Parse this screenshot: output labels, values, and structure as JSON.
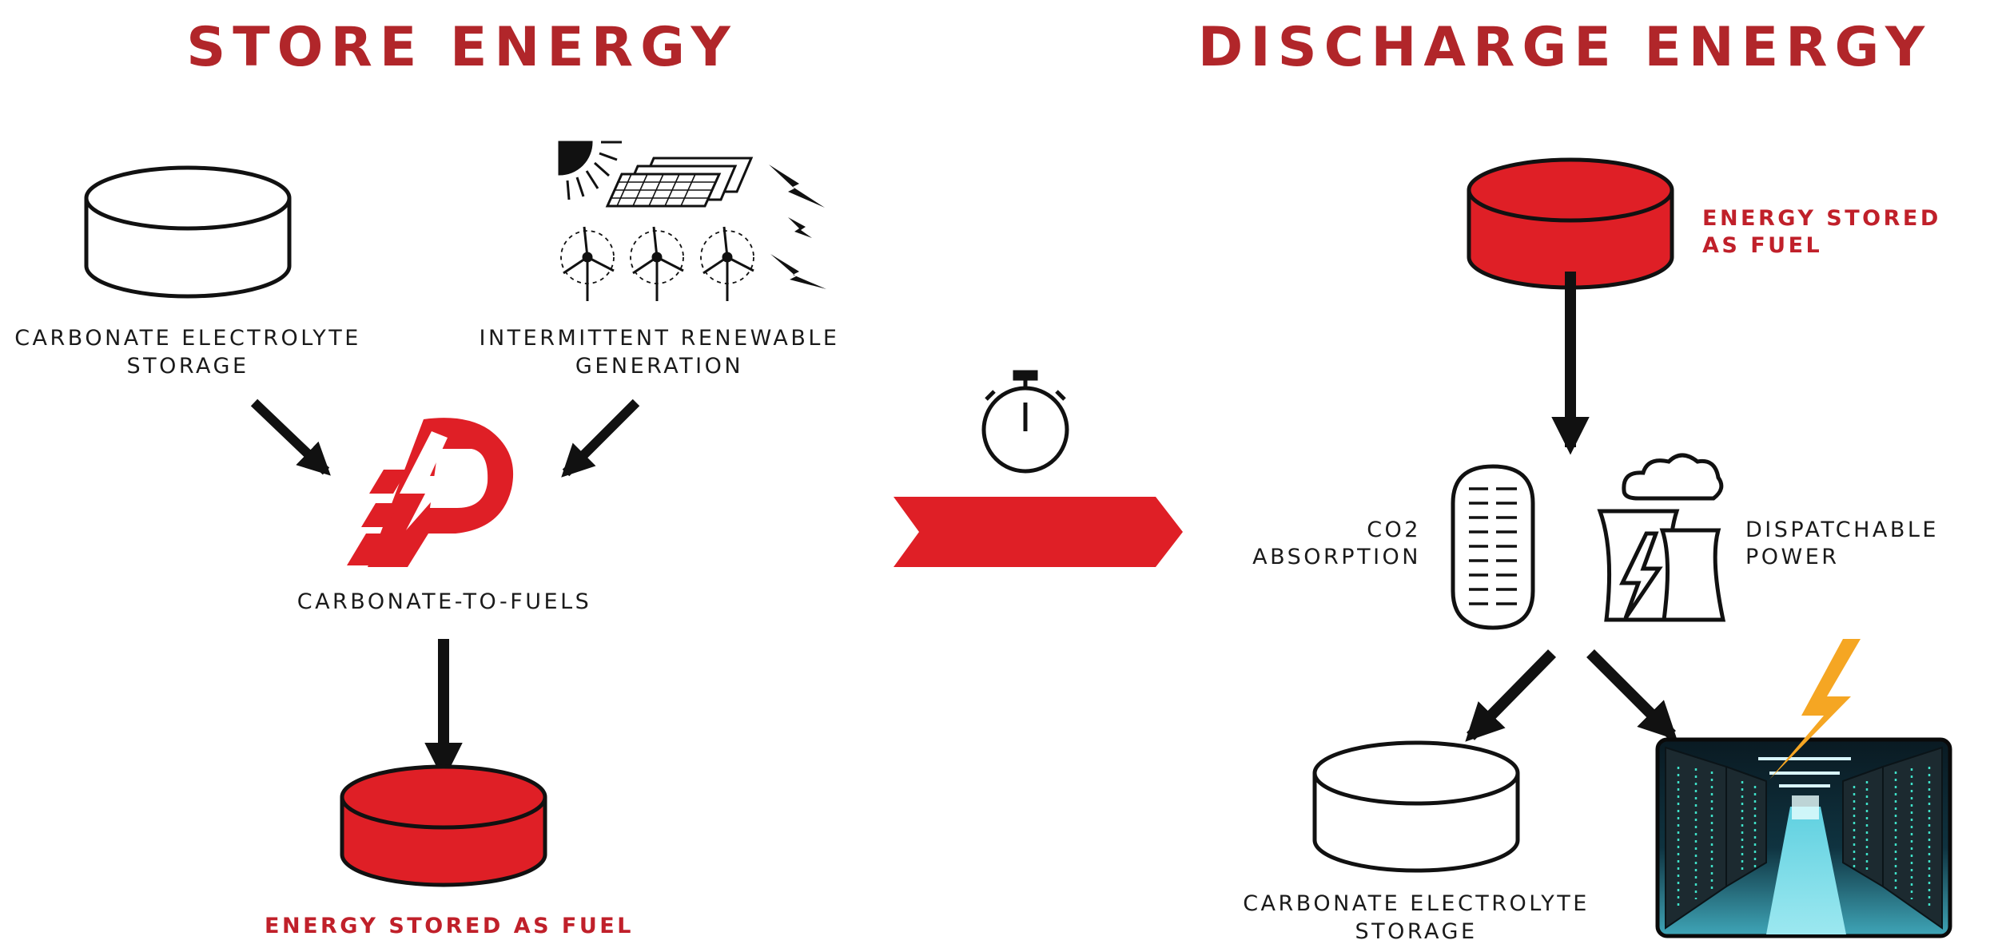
{
  "titles": {
    "store": "STORE ENERGY",
    "discharge": "DISCHARGE ENERGY"
  },
  "store": {
    "carbonate_storage": [
      "CARBONATE ELECTROLYTE",
      "STORAGE"
    ],
    "renewable": [
      "INTERMITTENT RENEWABLE",
      "GENERATION"
    ],
    "process": "CARBONATE-TO-FUELS",
    "output": "ENERGY STORED AS FUEL"
  },
  "discharge": {
    "fuel": [
      "ENERGY STORED",
      "AS FUEL"
    ],
    "co2": [
      "CO2",
      "ABSORPTION"
    ],
    "power": [
      "DISPATCHABLE",
      "POWER"
    ],
    "carbonate_storage": [
      "CARBONATE ELECTROLYTE",
      "STORAGE"
    ]
  },
  "colors": {
    "accent_red": "#df1f26",
    "title_red": "#b1262a",
    "bolt": "#f5a623",
    "ink": "#111111"
  },
  "icons": [
    "sun-icon",
    "solar-panel-icon",
    "wind-turbine-icon",
    "lightning-icon",
    "stopwatch-icon",
    "process-logo-icon",
    "co2-absorber-icon",
    "power-plant-icon",
    "data-center-image"
  ]
}
